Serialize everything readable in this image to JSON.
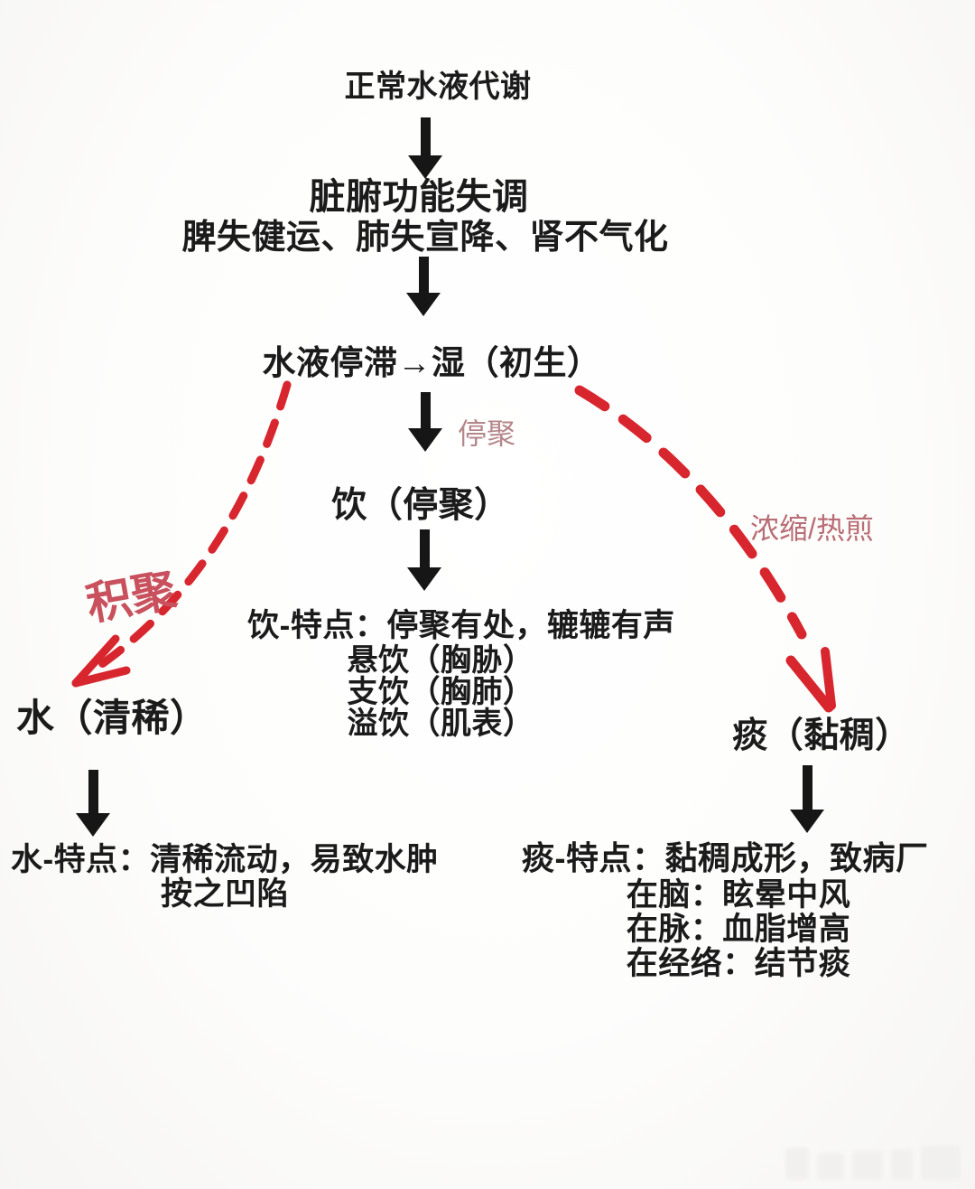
{
  "flowchart": {
    "title": "正常水液代谢",
    "organ_dysfunction": {
      "heading": "脏腑功能失调",
      "detail": "脾失健运、肺失宣降、肾不气化"
    },
    "stagnation": "水液停滞→湿（初生）",
    "edge_labels": {
      "stop_gather": "停聚",
      "accumulate": "积聚",
      "condense": "浓缩/热煎"
    },
    "drink": {
      "node": "饮（停聚）",
      "features_heading": "饮-特点：停聚有处，辘辘有声",
      "items": [
        "悬饮（胸胁）",
        "支饮（胸肺）",
        "溢饮（肌表）"
      ]
    },
    "water": {
      "node": "水（清稀）",
      "features_line1": "水-特点：清稀流动，易致水肿",
      "features_line2": "按之凹陷"
    },
    "phlegm": {
      "node": "痰（黏稠）",
      "features_heading": "痰-特点：黏稠成形，致病厂",
      "items": [
        "在脑：眩晕中风",
        "在脉：血脂增高",
        "在经络：结节痰"
      ]
    },
    "colors": {
      "text": "#1b1b1b",
      "muted_label": "#b5868a",
      "rose_label": "#c8515d",
      "condense_label": "#b96d74",
      "arrow_red": "#d8262e"
    }
  }
}
